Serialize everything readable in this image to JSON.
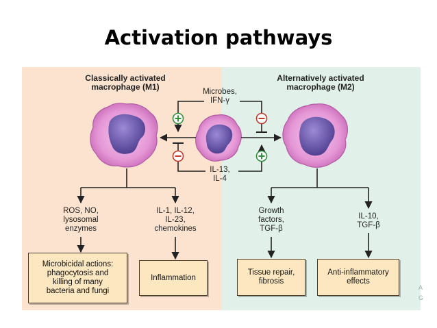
{
  "title": "Activation pathways",
  "m1": {
    "heading_line1": "Classically activated",
    "heading_line2": "macrophage (M1)",
    "products_left": "ROS, NO,\nlysosomal\nenzymes",
    "products_right": "IL-1, IL-12,\nIL-23,\nchemokines",
    "effect_left": "Microbicidal actions:\nphagocytosis and\nkilling of many\nbacteria and fungi",
    "effect_right": "Inflammation"
  },
  "m2": {
    "heading_line1": "Alternatively activated",
    "heading_line2": "macrophage (M2)",
    "products_left": "Growth\nfactors,\nTGF-β",
    "products_right": "IL-10,\nTGF-β",
    "effect_left": "Tissue repair,\nfibrosis",
    "effect_right": "Anti-inflammatory\neffects"
  },
  "stimuli": {
    "top": "Microbes,\nIFN-γ",
    "bottom": "IL-13,\nIL-4"
  },
  "signs": {
    "plus": "+",
    "minus": "−"
  },
  "watermark": {
    "a": "A",
    "b": "G"
  },
  "colors": {
    "m1_panel": "#fbe3cf",
    "m2_panel": "#e1f0e9",
    "effect_box": "#fce7c0",
    "cell_membrane": "#e08fd0",
    "nucleus": "#6a57a8",
    "plus_sign": "#2f8f3a",
    "minus_sign": "#c0392b"
  }
}
